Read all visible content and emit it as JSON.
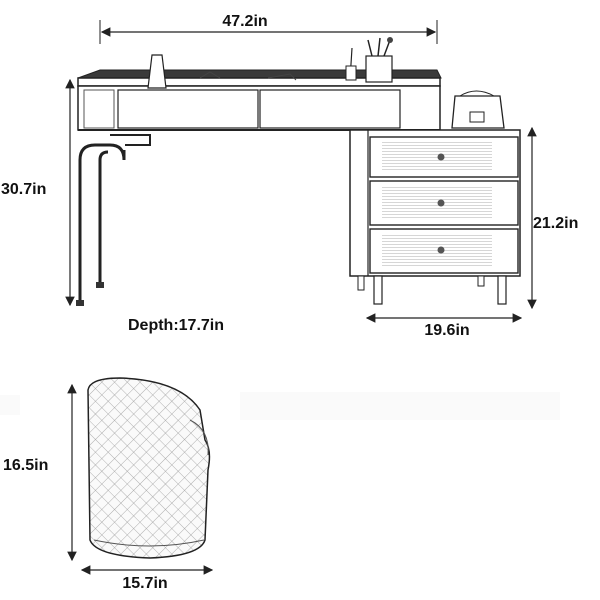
{
  "desk": {
    "width_label": "47.2in",
    "height_label": "30.7in",
    "depth_label": "Depth:17.7in",
    "cabinet_height_label": "21.2in",
    "cabinet_width_label": "19.6in",
    "drawer_count": 3
  },
  "chair": {
    "height_label": "16.5in",
    "width_label": "15.7in"
  },
  "colors": {
    "line": "#222222",
    "desk_top": "#3a3a3a",
    "background": "#ffffff"
  }
}
